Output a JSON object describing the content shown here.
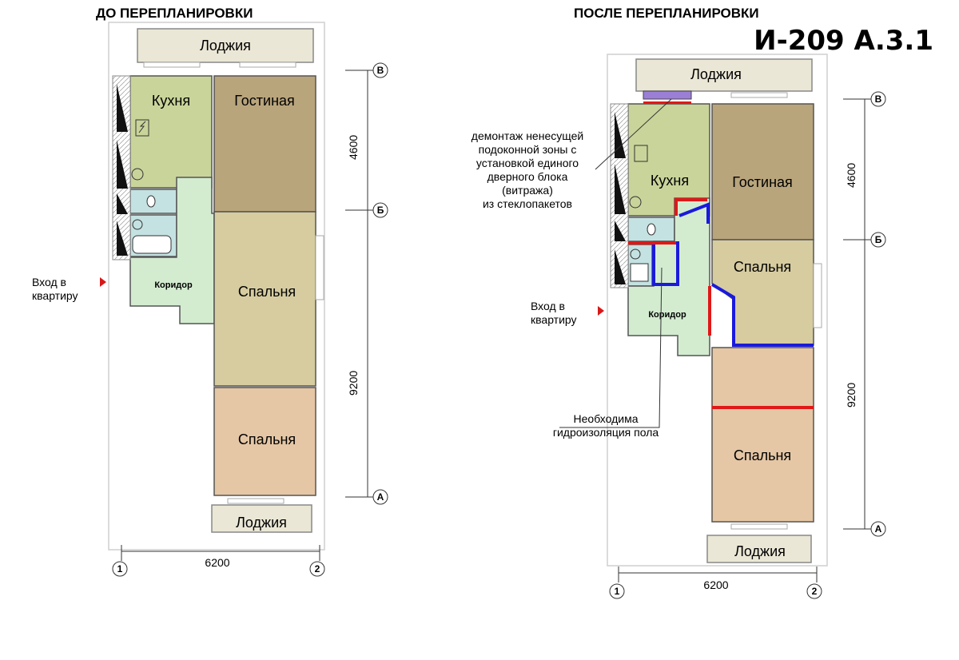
{
  "headings": {
    "before": "ДО ПЕРЕПЛАНИРОВКИ",
    "after": "ПОСЛЕ ПЕРЕПЛАНИРОВКИ",
    "series": "И-209 А.3.1"
  },
  "rooms": {
    "loggia": "Лоджия",
    "kitchen": "Кухня",
    "living": "Гостиная",
    "bedroom": "Спальня",
    "corridor": "Коридор"
  },
  "entrance": {
    "line1": "Вход в",
    "line2": "квартиру"
  },
  "dimensions": {
    "depth_top": "4600",
    "depth_bottom": "9200",
    "width": "6200"
  },
  "axes": {
    "a": "А",
    "b": "Б",
    "v": "В",
    "one": "1",
    "two": "2"
  },
  "notes": {
    "dismantle": [
      "демонтаж ненесущей",
      "подоконной зоны с",
      "установкой единого",
      "дверного блока",
      "(витража)",
      "из стеклопакетов"
    ],
    "waterproof": [
      "Необходима",
      "гидроизоляция пола"
    ]
  },
  "colors": {
    "kitchen": "#c9d49a",
    "living": "#b9a57c",
    "bedroom": "#d6cca0",
    "bedroom2": "#e5c7a5",
    "corridor": "#d3ecd0",
    "bath": "#c5e2e2",
    "loggia": "#ebe7d6",
    "new_wall": "#1a1adc",
    "removed": "#e01818"
  }
}
